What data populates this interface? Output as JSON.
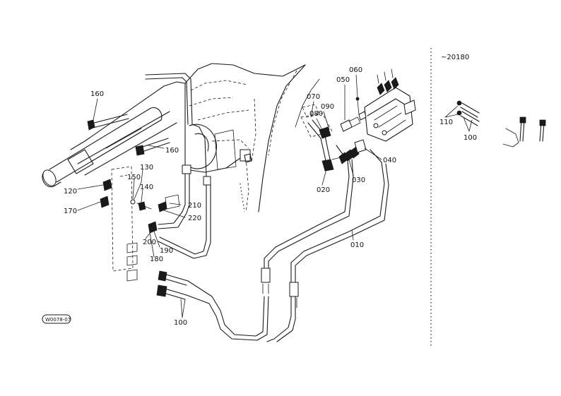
{
  "labels": {
    "l160a": "160",
    "l160b": "160",
    "l130": "130",
    "l150": "150",
    "l140": "140",
    "l120": "120",
    "l170": "170",
    "l210": "210",
    "l220": "220",
    "l200": "200",
    "l190": "190",
    "l180": "180",
    "l100a": "100",
    "l070": "070",
    "l090": "090",
    "l080": "080",
    "l050": "050",
    "l060": "060",
    "l040": "040",
    "l030": "030",
    "l020": "020",
    "l010": "010",
    "serial": "~20180",
    "l110": "110",
    "l100b": "100"
  },
  "figure_code": "W0078-07"
}
